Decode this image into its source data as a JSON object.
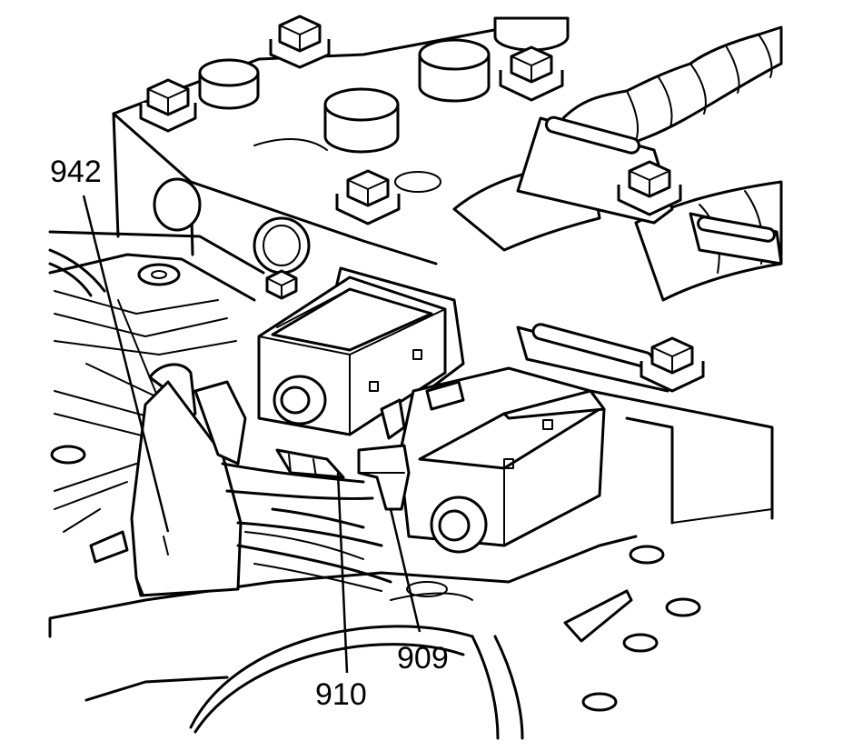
{
  "callouts": {
    "c942": "942",
    "c910": "910",
    "c909": "909"
  },
  "colors": {
    "line": "#000000",
    "background": "#ffffff"
  }
}
